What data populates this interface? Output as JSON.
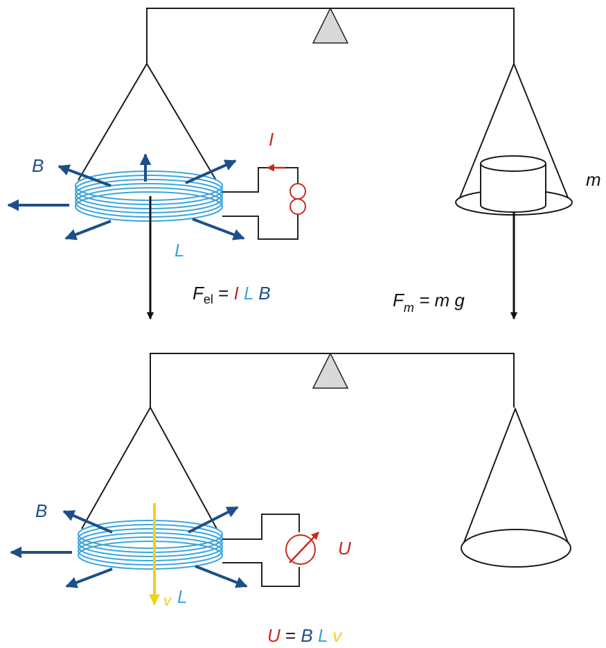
{
  "colors": {
    "current": "#c8281e",
    "length": "#3aa6dd",
    "field": "#1d4e89",
    "velocity": "#f2d21b",
    "force": "#111111",
    "fulcrum": "#d9d9d9"
  },
  "top": {
    "label_B": "B",
    "label_I": "I",
    "label_L": "L",
    "label_m": "m",
    "fel": {
      "F": "F",
      "sub": "el",
      "eq": " = ",
      "I": "I",
      "L": "L",
      "B": "B"
    },
    "fm": {
      "F": "F",
      "sub": "m",
      "rhs": " = m g"
    }
  },
  "bottom": {
    "label_B": "B",
    "label_L": "L",
    "label_v": "v",
    "label_U": "U",
    "eq": {
      "U": "U",
      "eq": " = ",
      "B": "B",
      "L": "L",
      "v": "v"
    }
  }
}
